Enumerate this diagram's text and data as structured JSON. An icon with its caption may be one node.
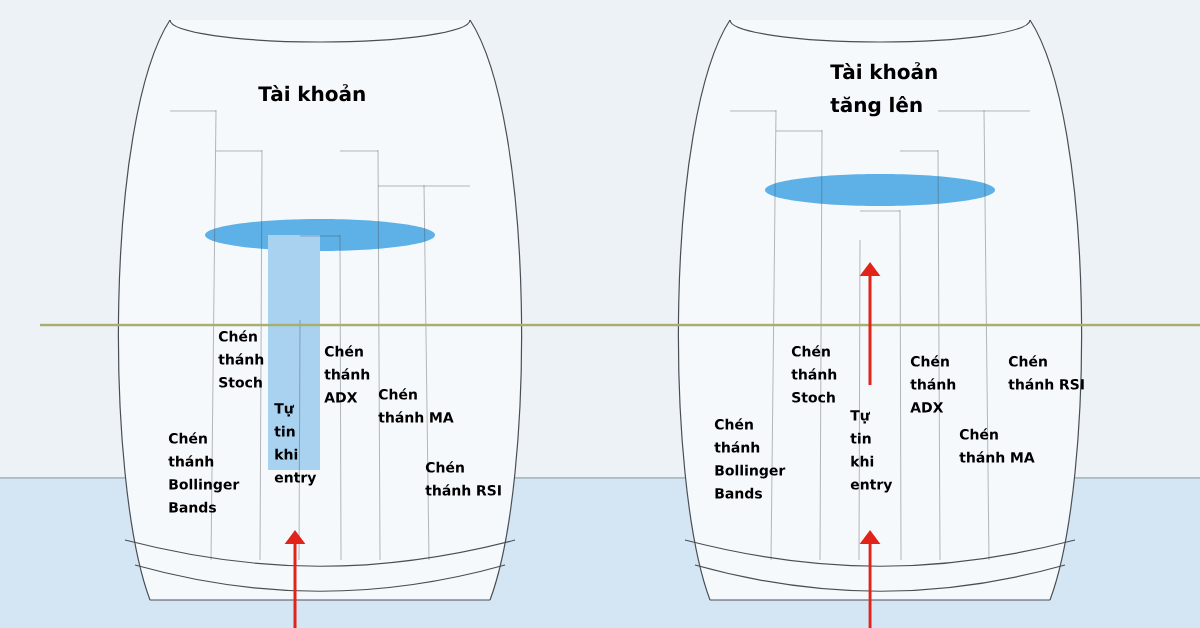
{
  "diagram": {
    "labels": [
      "Tài khoản",
      "Tài khoản tăng lên",
      "Chén thánh Bollinger Bands",
      "Chén thánh Stoch",
      "Tự tin khi entry",
      "Chén thánh ADX",
      "Chén thánh MA",
      "Chén thánh RSI",
      "Chén thánh Bollinger Bands",
      "Chén thánh Stoch",
      "Tự tin khi entry",
      "Chén thánh ADX",
      "Chén thánh MA",
      "Chén thánh RSI"
    ]
  }
}
